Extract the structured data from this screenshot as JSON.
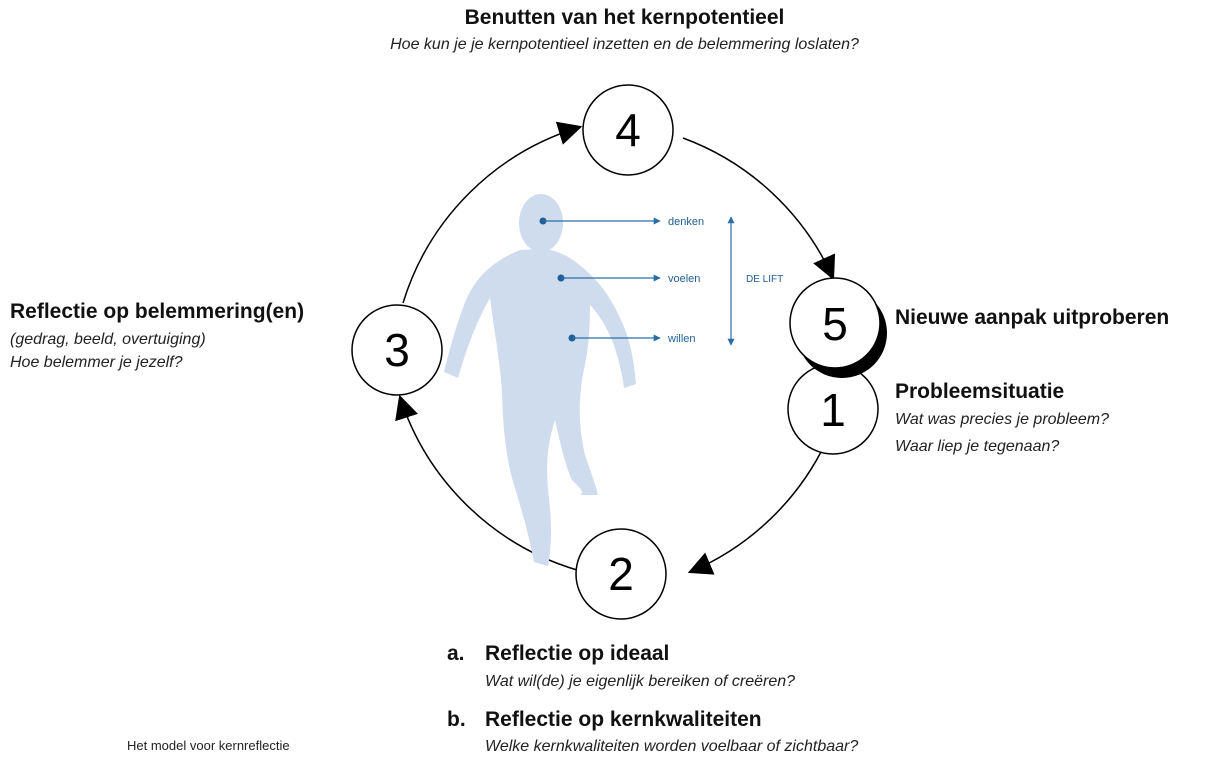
{
  "step4": {
    "number": "4",
    "title": "Benutten van het kernpotentieel",
    "subtitle": "Hoe kun je je kernpotentieel inzetten en de belemmering loslaten?"
  },
  "step3": {
    "number": "3",
    "title": "Reflectie op belemmering(en)",
    "line1": "(gedrag, beeld, overtuiging)",
    "line2": "Hoe belemmer je jezelf?"
  },
  "step5": {
    "number": "5",
    "title": "Nieuwe aanpak uitproberen"
  },
  "step1": {
    "number": "1",
    "title": "Probleemsituatie",
    "line1": "Wat was precies je probleem?",
    "line2": "Waar liep je tegenaan?"
  },
  "step2": {
    "number": "2",
    "a_marker": "a.",
    "a_title": "Reflectie op ideaal",
    "a_sub": "Wat wil(de) je eigenlijk bereiken of creëren?",
    "b_marker": "b.",
    "b_title": "Reflectie op kernkwaliteiten",
    "b_sub": "Welke kernkwaliteiten worden voelbaar of zichtbaar?"
  },
  "figure": {
    "denken": "denken",
    "voelen": "voelen",
    "willen": "willen",
    "lift": "DE LIFT"
  },
  "caption": "Het model voor kernreflectie",
  "colors": {
    "figure": "#cfdcee",
    "figure_text": "#1f5e96",
    "line": "#000000"
  }
}
